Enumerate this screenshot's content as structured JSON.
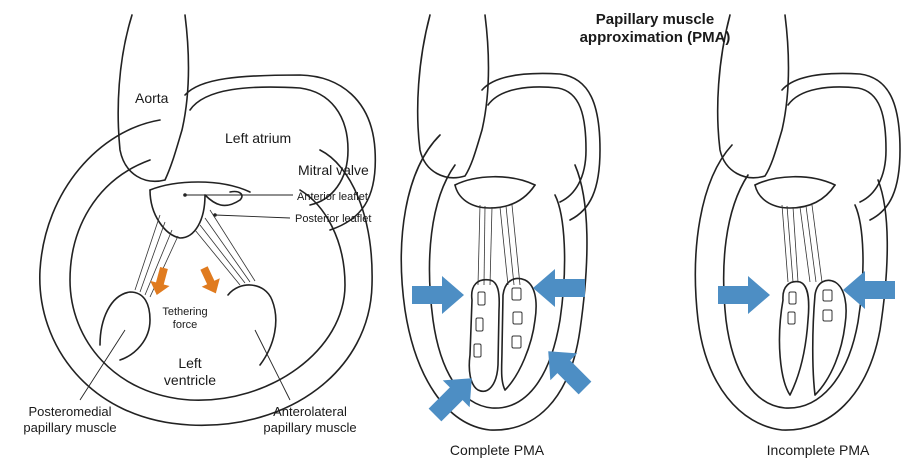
{
  "title": {
    "line1": "Papillary muscle",
    "line2": "approximation (PMA)"
  },
  "panel_left": {
    "aorta": "Aorta",
    "left_atrium": "Left atrium",
    "mitral_valve": "Mitral valve",
    "anterior_leaflet": "Anterior leaflet",
    "posterior_leaflet": "Posterior leaflet",
    "tethering_line1": "Tethering",
    "tethering_line2": "force",
    "left_ventricle_line1": "Left",
    "left_ventricle_line2": "ventricle",
    "posteromedial_line1": "Posteromedial",
    "posteromedial_line2": "papillary muscle",
    "anterolateral_line1": "Anterolateral",
    "anterolateral_line2": "papillary muscle"
  },
  "panel_middle": {
    "caption": "Complete PMA"
  },
  "panel_right": {
    "caption": "Incomplete PMA"
  },
  "colors": {
    "arrow_blue": "#4d8ec4",
    "arrow_orange": "#e07b1f",
    "outline": "#222222"
  }
}
